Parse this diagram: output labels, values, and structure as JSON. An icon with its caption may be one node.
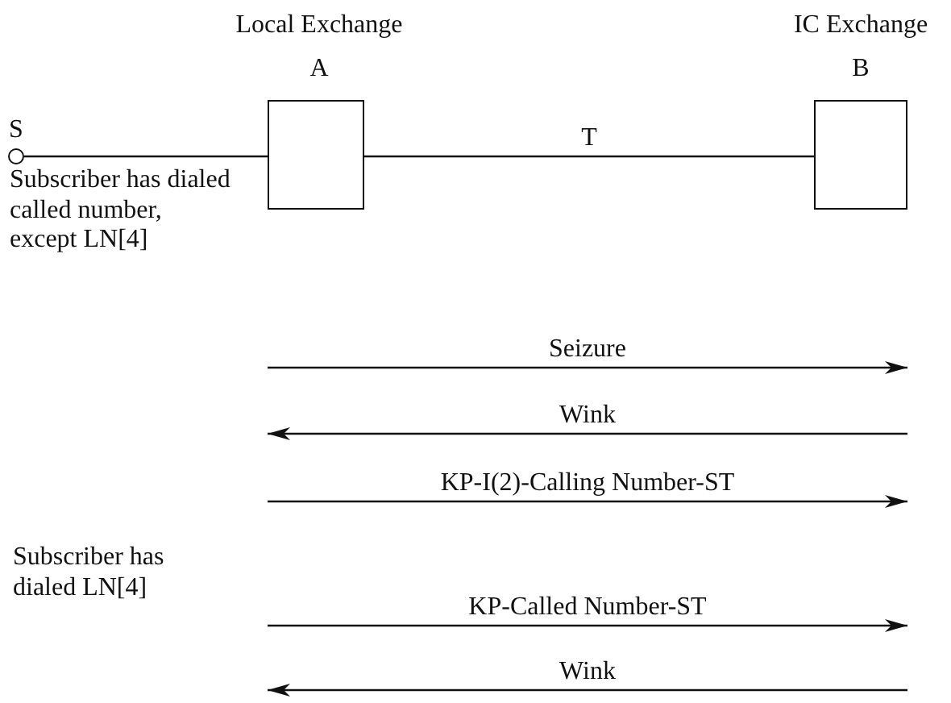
{
  "diagram": {
    "nodes": [
      {
        "text": [
          "S"
        ],
        "beside": [
          "Subscriber has dialed called number, except LN[4]"
        ]
      },
      {
        "text": [
          "Local Exchange",
          "A"
        ]
      },
      {
        "text": [
          "IC Exchange",
          "B"
        ]
      }
    ],
    "edges": [
      {
        "from": 0,
        "to": 1,
        "arrow": "none"
      },
      {
        "from": 1,
        "to": 2,
        "arrow": "none",
        "label": "T"
      }
    ],
    "labels": [
      "Seizure",
      "Wink",
      "KP-I(2)-Calling Number-ST",
      "Subscriber has dialed LN[4]",
      "KP-Called Number-ST",
      "Wink"
    ]
  }
}
